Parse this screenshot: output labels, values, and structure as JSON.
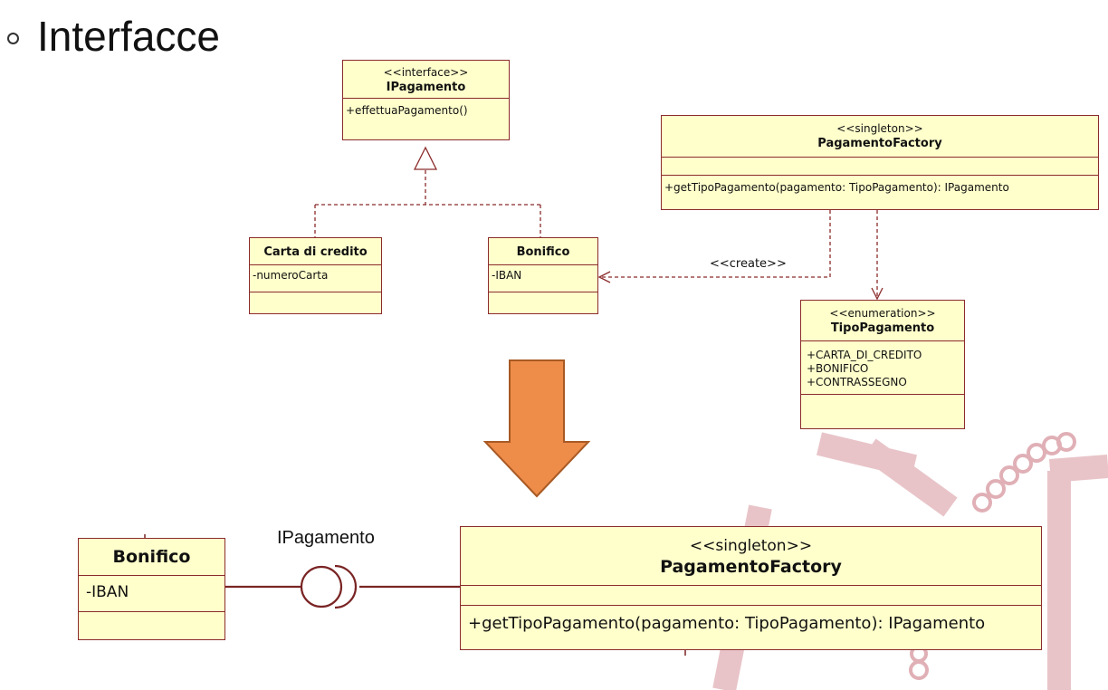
{
  "heading": "Interfacce",
  "top_diagram": {
    "ipagamento": {
      "stereotype": "<<interface>>",
      "name": "IPagamento",
      "operations": [
        "+effettuaPagamento()"
      ]
    },
    "carta": {
      "name": "Carta di credito",
      "attributes": [
        "-numeroCarta"
      ]
    },
    "bonifico": {
      "name": "Bonifico",
      "attributes": [
        "-IBAN"
      ]
    },
    "factory": {
      "stereotype": "<<singleton>>",
      "name": "PagamentoFactory",
      "operations": [
        "+getTipoPagamento(pagamento: TipoPagamento): IPagamento"
      ]
    },
    "tipo": {
      "stereotype": "<<enumeration>>",
      "name": "TipoPagamento",
      "literals": [
        "+CARTA_DI_CREDITO",
        "+BONIFICO",
        "+CONTRASSEGNO"
      ]
    },
    "create_label": "<<create>>"
  },
  "bottom_diagram": {
    "bonifico": {
      "name": "Bonifico",
      "attributes": [
        "-IBAN"
      ]
    },
    "interface_label": "IPagamento",
    "factory": {
      "stereotype": "<<singleton>>",
      "name": "PagamentoFactory",
      "operations": [
        "+getTipoPagamento(pagamento: TipoPagamento): IPagamento"
      ]
    }
  },
  "colors": {
    "class_fill": "#ffffcc",
    "class_border": "#8b2b2b",
    "arrow_fill": "#ee8c4a",
    "arrow_stroke": "#a85a24",
    "watermark": "#e0b0b6"
  }
}
